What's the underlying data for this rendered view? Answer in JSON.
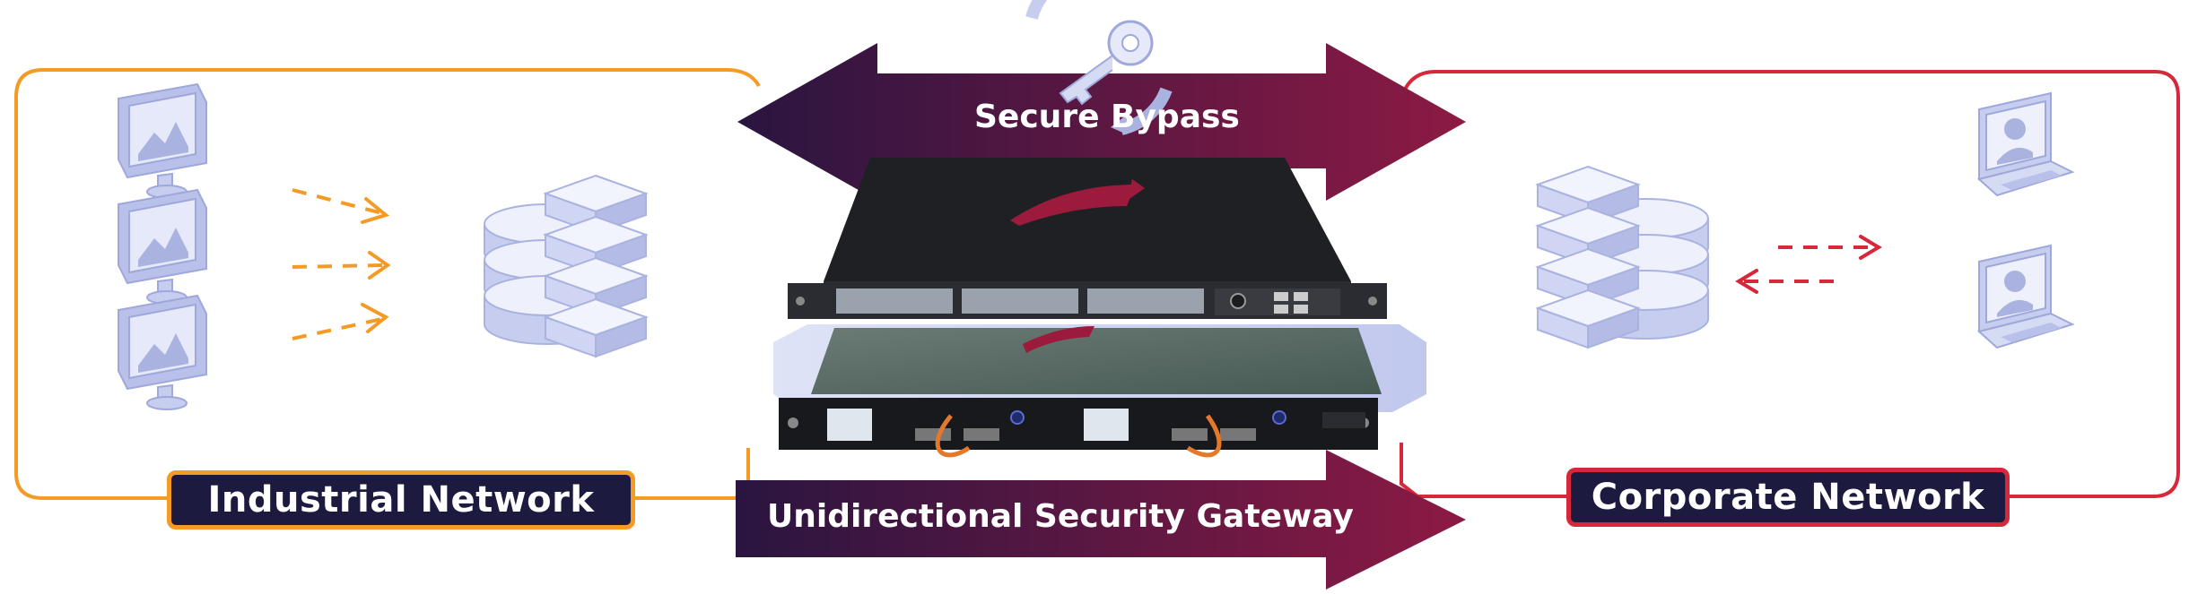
{
  "networks": {
    "industrial": {
      "label": "Industrial Network",
      "color": "#f39b25"
    },
    "corporate": {
      "label": "Corporate Network",
      "color": "#d6283a"
    }
  },
  "arrows": {
    "bypass": {
      "label": "Secure Bypass"
    },
    "gateway": {
      "label": "Unidirectional Security Gateway"
    }
  },
  "colors": {
    "arrow_dark": "#2a1540",
    "arrow_light": "#8c1a44",
    "label_bg": "#1c1a3e",
    "icon_blue": "#c9cff0"
  },
  "icons": [
    "monitor-icon",
    "server-stack-icon",
    "laptop-user-icon",
    "key-cycle-icon",
    "appliance-icon"
  ]
}
